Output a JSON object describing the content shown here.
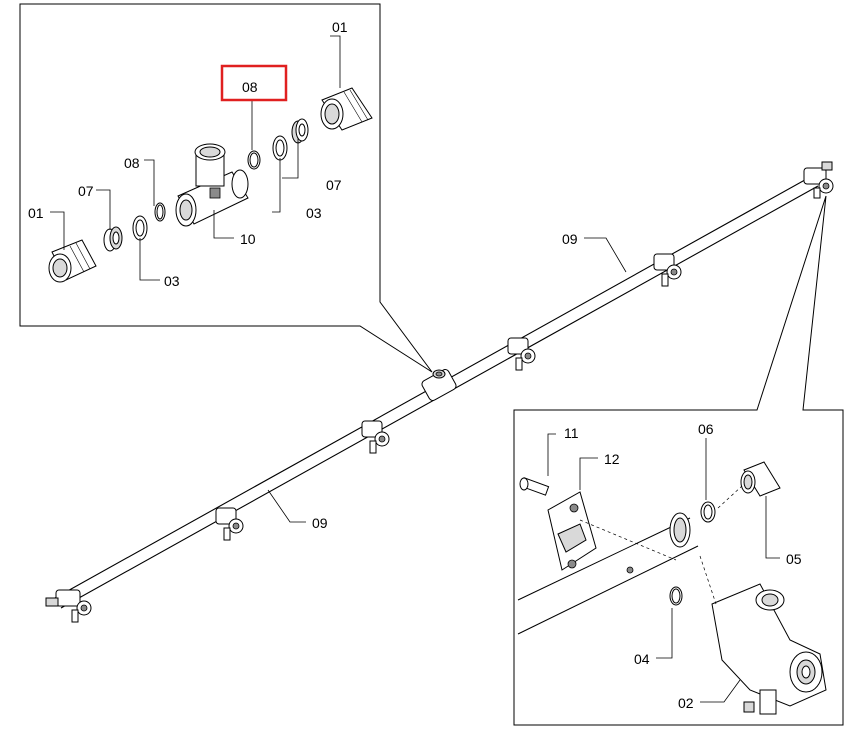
{
  "highlight_color": "#e02020",
  "highlighted_callout": "08",
  "callouts": {
    "top_left_01": "01",
    "top_right_01": "01",
    "top_08": "08",
    "mid_08": "08",
    "left_07": "07",
    "right_07": "07",
    "right_03": "03",
    "left_03": "03",
    "part_10": "10",
    "boom_09_upper": "09",
    "boom_09_lower": "09",
    "part_11": "11",
    "part_12": "12",
    "part_06": "06",
    "part_05": "05",
    "part_04": "04",
    "part_02": "02"
  }
}
